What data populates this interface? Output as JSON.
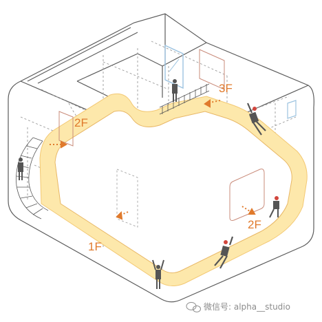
{
  "labels": {
    "floor_1": "1F",
    "floor_2_left": "2F",
    "floor_2_right": "2F",
    "floor_3": "3F"
  },
  "watermark": {
    "text": "微信号: alpha__studio",
    "icon": "wechat-icon"
  },
  "colors": {
    "ramp_fill": "#fde8ab",
    "ramp_edge": "#f3c873",
    "outline": "#5b5b5b",
    "dashed": "#9a9a9a",
    "accent_orange": "#e07a2c",
    "figure": "#555555",
    "figure_red": "#d1463d",
    "window_blue": "#9cc3e0",
    "frame_brown": "#c98b7a"
  }
}
